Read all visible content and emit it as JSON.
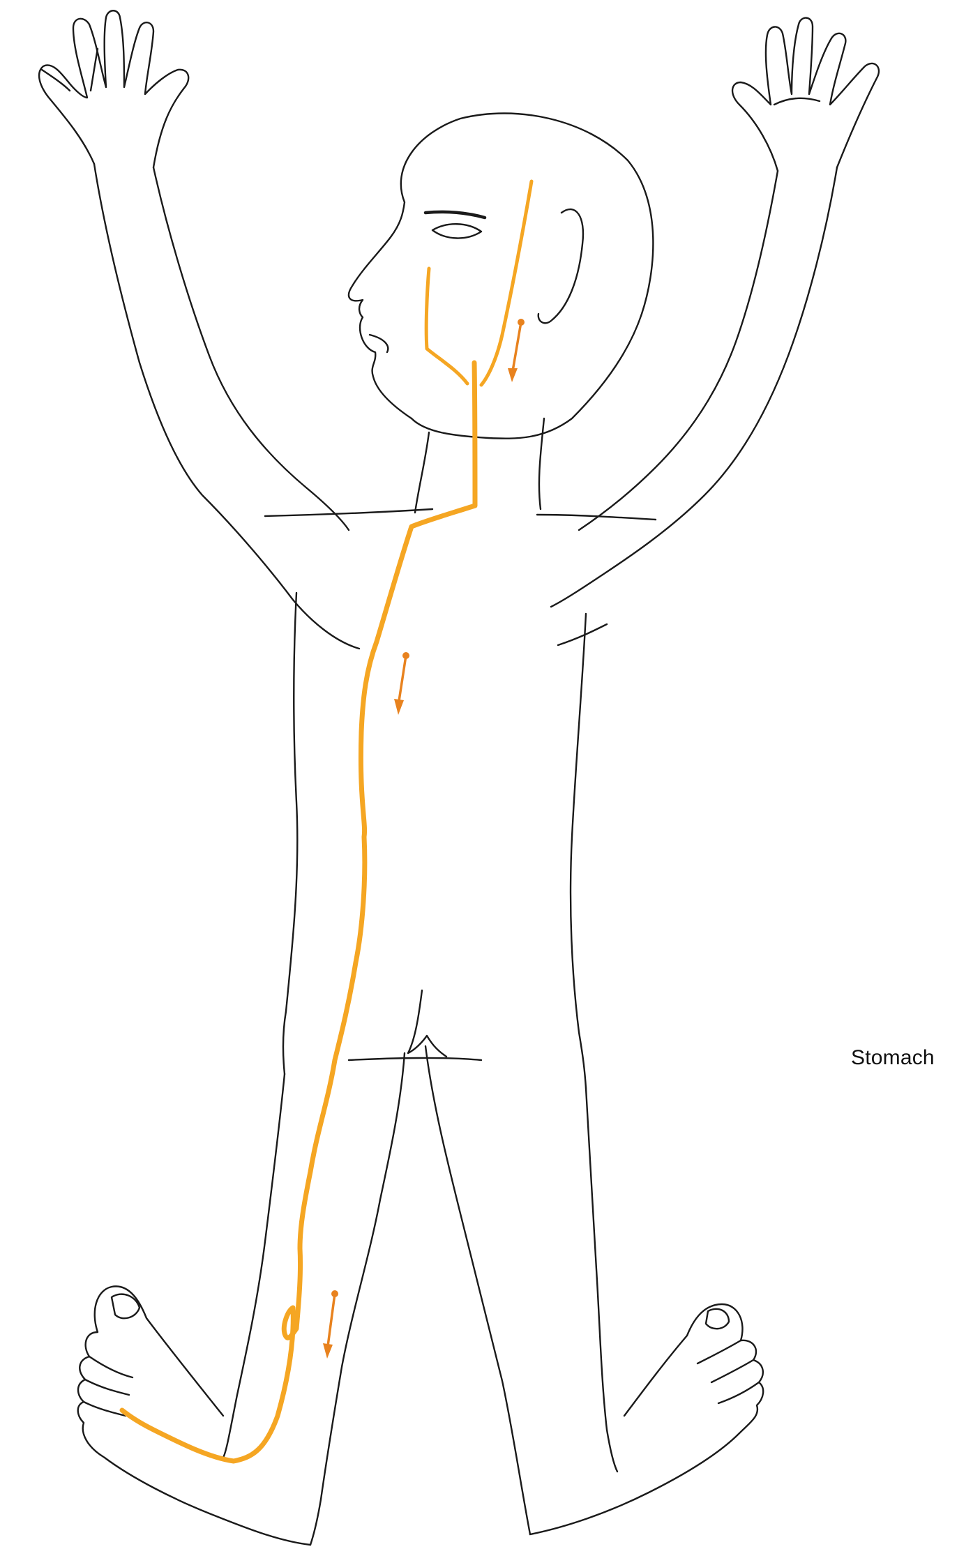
{
  "diagram": {
    "label": "Stomach",
    "meridian_color": "#f5a623",
    "arrow_color": "#e8821e",
    "outline_color": "#1a1a1a",
    "arrows": [
      {
        "name": "face-flow-arrow",
        "direction": "down"
      },
      {
        "name": "chest-flow-arrow",
        "direction": "down"
      },
      {
        "name": "leg-flow-arrow",
        "direction": "down"
      }
    ]
  }
}
